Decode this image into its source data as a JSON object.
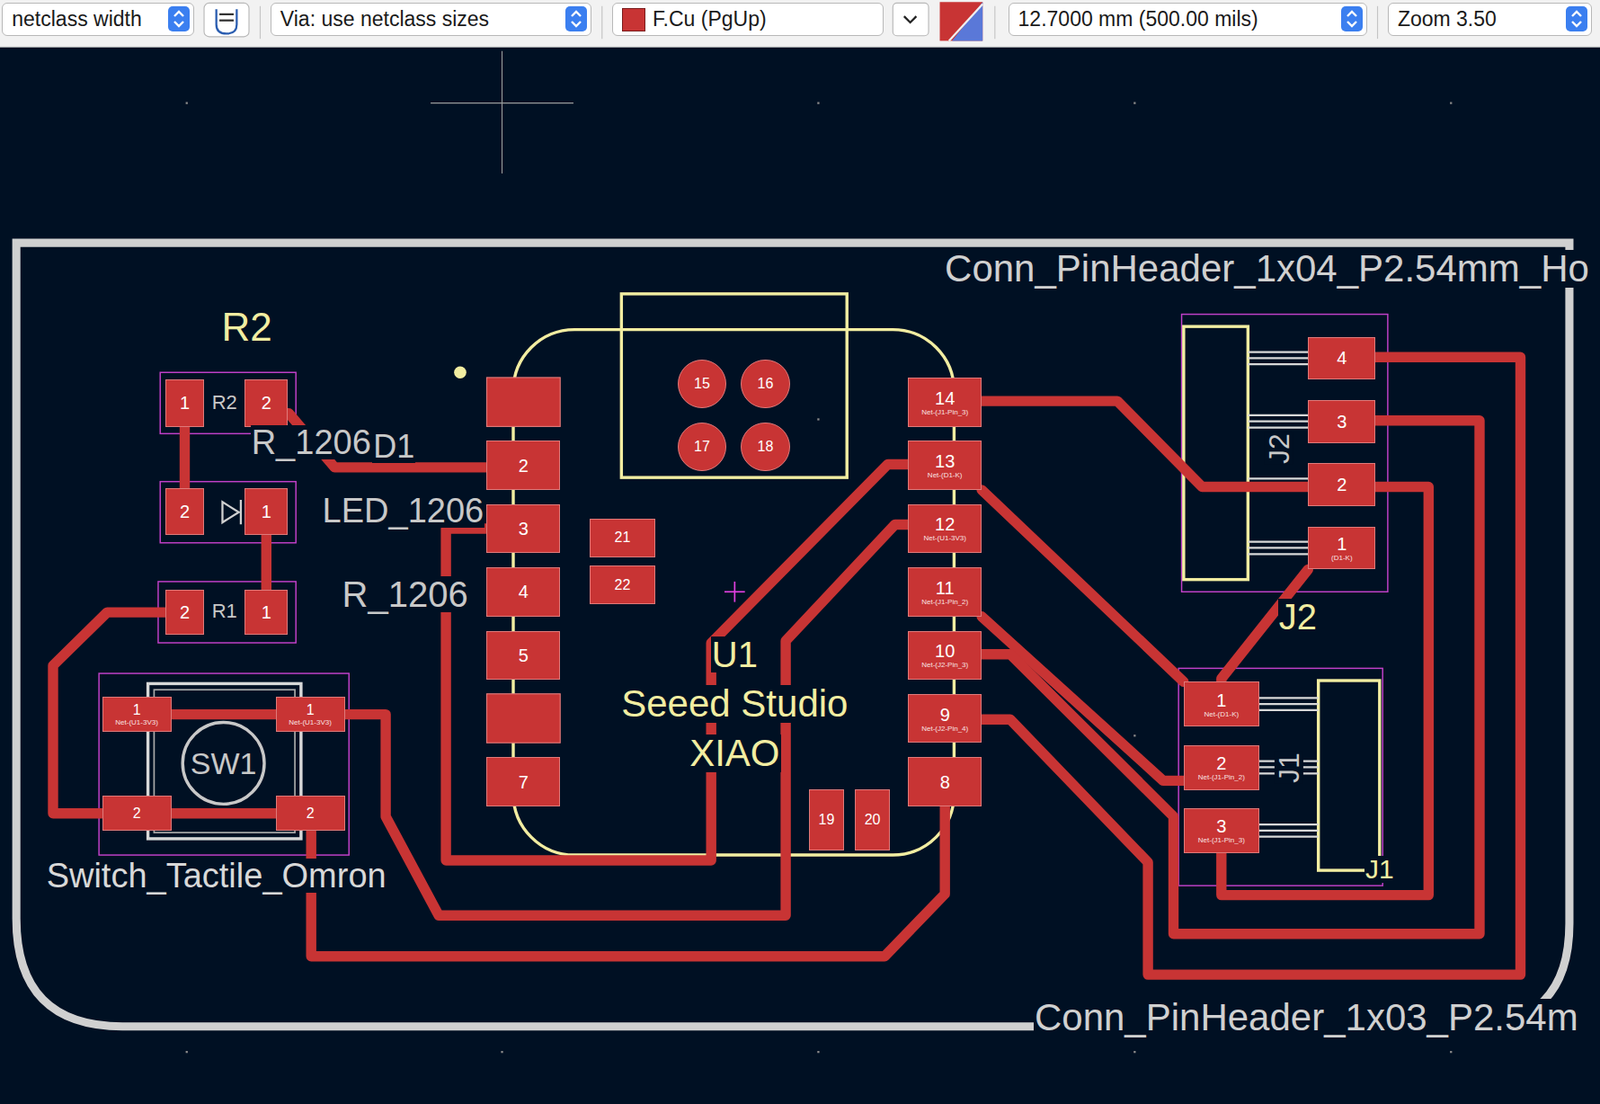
{
  "diagram": {
    "nodes": [
      {
        "text": [
          "netclass width"
        ]
      },
      {
        "text": [
          "Via: use netclass sizes"
        ]
      },
      {
        "text": [
          "F.Cu (PgUp)"
        ]
      },
      {
        "text": [
          "12.7000 mm (500.00 mils)"
        ]
      },
      {
        "text": [
          "Zoom 3.50"
        ]
      },
      {
        "text": [
          "1"
        ]
      },
      {
        "text": [
          "2"
        ]
      },
      {
        "text": [
          "2"
        ]
      },
      {
        "text": [
          "1"
        ]
      },
      {
        "text": [
          "2"
        ]
      },
      {
        "text": [
          "1"
        ]
      },
      {
        "text": [
          "1",
          "Net-(U1-3V3)"
        ]
      },
      {
        "text": [
          "1",
          "Net-(U1-3V3)"
        ]
      },
      {
        "text": [
          "2"
        ]
      },
      {
        "text": [
          "2"
        ]
      },
      {
        "text": [
          "2"
        ]
      },
      {
        "text": [
          "3"
        ]
      },
      {
        "text": [
          "4"
        ]
      },
      {
        "text": [
          "5"
        ]
      },
      {
        "text": [
          "7"
        ]
      },
      {
        "text": [
          "14",
          "Net-(J1-Pin_3)"
        ]
      },
      {
        "text": [
          "13",
          "Net-(D1-K)"
        ]
      },
      {
        "text": [
          "12",
          "Net-(U1-3V3)"
        ]
      },
      {
        "text": [
          "11",
          "Net-(J1-Pin_2)"
        ]
      },
      {
        "text": [
          "10",
          "Net-(J2-Pin_3)"
        ]
      },
      {
        "text": [
          "9",
          "Net-(J2-Pin_4)"
        ]
      },
      {
        "text": [
          "8"
        ]
      },
      {
        "text": [
          "15"
        ]
      },
      {
        "text": [
          "16"
        ]
      },
      {
        "text": [
          "17"
        ]
      },
      {
        "text": [
          "18"
        ]
      },
      {
        "text": [
          "21"
        ]
      },
      {
        "text": [
          "22"
        ]
      },
      {
        "text": [
          "19"
        ]
      },
      {
        "text": [
          "20"
        ]
      },
      {
        "text": [
          "4"
        ]
      },
      {
        "text": [
          "3"
        ]
      },
      {
        "text": [
          "2"
        ]
      },
      {
        "text": [
          "1",
          "(D1-K)"
        ]
      },
      {
        "text": [
          "1",
          "Net-(D1-K)"
        ]
      },
      {
        "text": [
          "2",
          "Net-(J1-Pin_2)"
        ]
      },
      {
        "text": [
          "3",
          "Net-(J1-Pin_3)"
        ]
      }
    ],
    "edges": [
      {
        "from": 5,
        "to": 7,
        "arrow": "none"
      },
      {
        "from": 6,
        "to": 15,
        "arrow": "none"
      },
      {
        "from": 8,
        "to": 10,
        "arrow": "none"
      },
      {
        "from": 9,
        "to": 13,
        "arrow": "none"
      },
      {
        "from": 11,
        "to": 12,
        "arrow": "none"
      },
      {
        "from": 12,
        "to": 22,
        "arrow": "none"
      },
      {
        "from": 13,
        "to": 14,
        "arrow": "none"
      },
      {
        "from": 14,
        "to": 26,
        "arrow": "none"
      },
      {
        "from": 16,
        "to": 21,
        "arrow": "none"
      },
      {
        "from": 20,
        "to": 37,
        "arrow": "none"
      },
      {
        "from": 37,
        "to": 41,
        "arrow": "none"
      },
      {
        "from": 21,
        "to": 39,
        "arrow": "none"
      },
      {
        "from": 39,
        "to": 38,
        "arrow": "none"
      },
      {
        "from": 23,
        "to": 40,
        "arrow": "none"
      },
      {
        "from": 24,
        "to": 36,
        "arrow": "none"
      },
      {
        "from": 25,
        "to": 35,
        "arrow": "none"
      }
    ],
    "labels": [
      "R2",
      "R2",
      "R_1206",
      "D1",
      "LED_1206",
      "R_1206",
      "R1",
      "SW1",
      "Switch_Tactile_Omron",
      "U1",
      "Seeed Studio",
      "XIAO",
      "Conn_PinHeader_1x04_P2.54mm_Ho",
      "J2",
      "J2",
      "J1",
      "J1",
      "Conn_PinHeader_1x03_P2.54m"
    ]
  }
}
